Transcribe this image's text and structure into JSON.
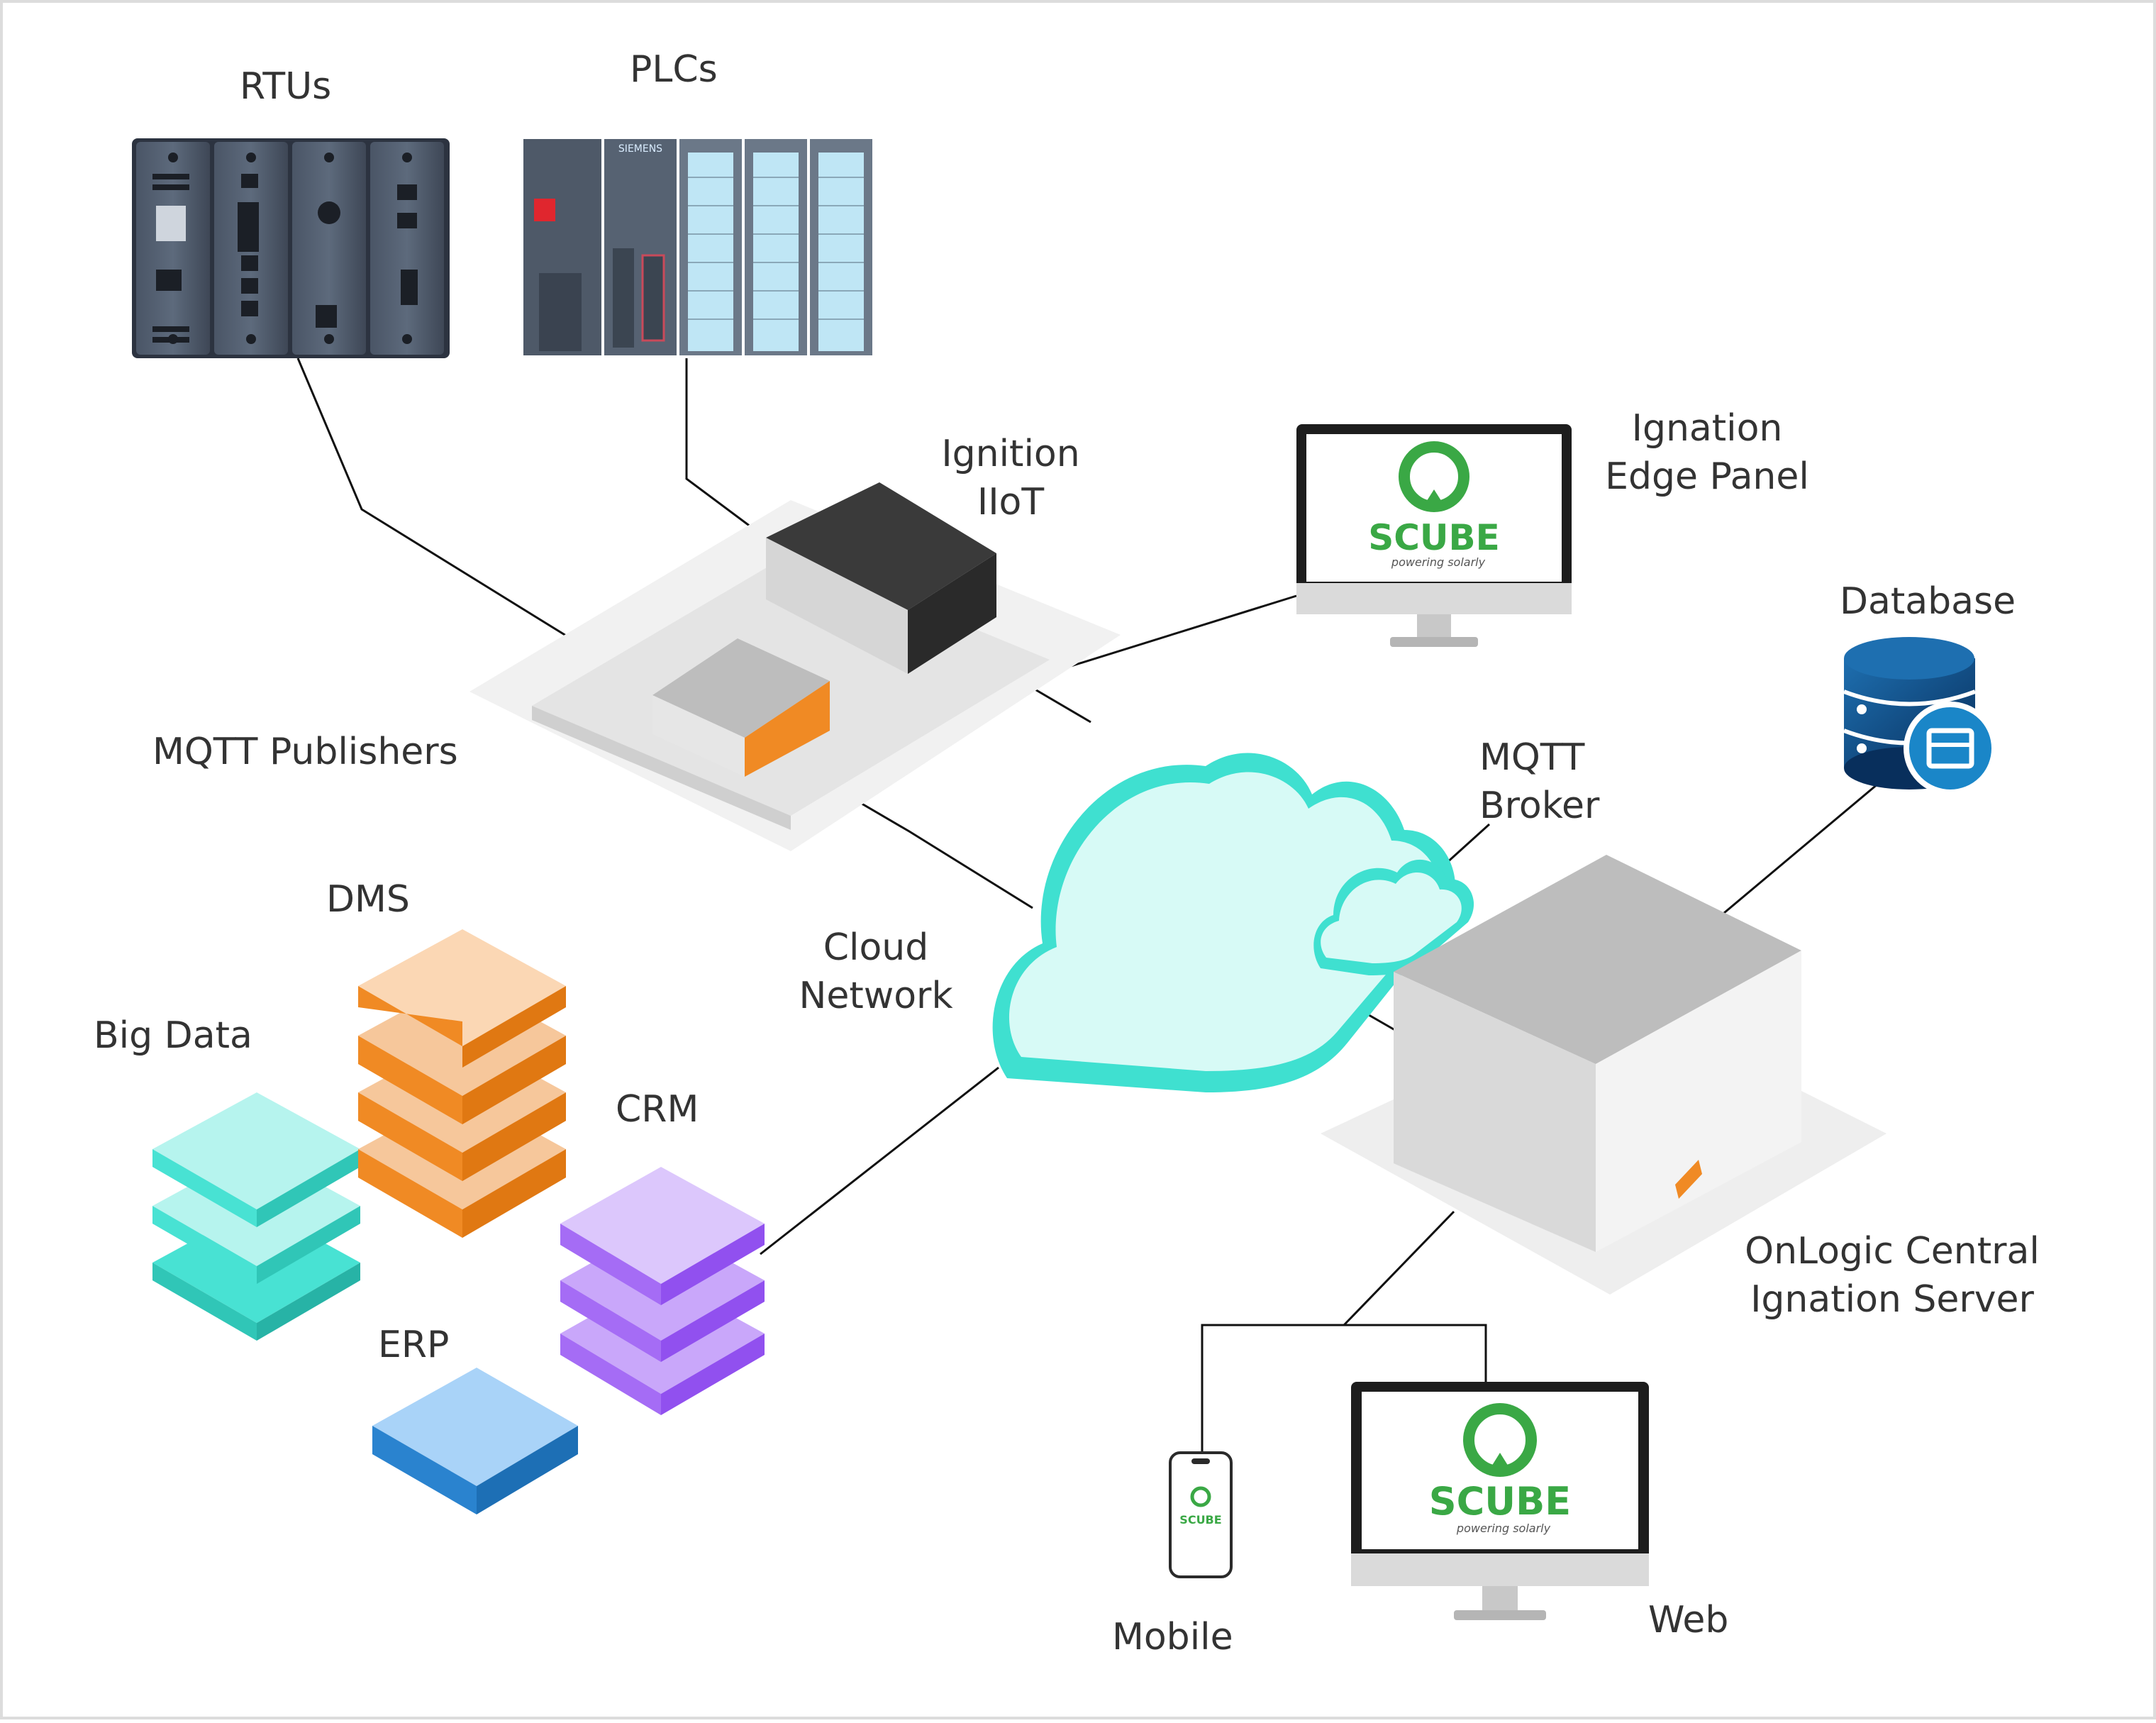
{
  "colors": {
    "line": "#111111",
    "teal": "#3fe0d0",
    "teal_light": "#d7faf6",
    "orange": "#f08a24",
    "purple": "#a56cf5",
    "blue": "#2a83cf",
    "blue_light": "#a9d3f8",
    "scube_green": "#3aa845",
    "db_navy": "#0b3f73"
  },
  "labels": {
    "rtus": "RTUs",
    "plcs": "PLCs",
    "ignition_iiot_1": "Ignition",
    "ignition_iiot_2": "IIoT",
    "edge_panel_1": "Ignation",
    "edge_panel_2": "Edge Panel",
    "database": "Database",
    "mqtt_publishers": "MQTT Publishers",
    "mqtt_broker_1": "MQTT",
    "mqtt_broker_2": "Broker",
    "dms": "DMS",
    "cloud_network_1": "Cloud",
    "cloud_network_2": "Network",
    "big_data": "Big Data",
    "crm": "CRM",
    "erp": "ERP",
    "central_server_1": "OnLogic Central",
    "central_server_2": "Ignation Server",
    "mobile": "Mobile",
    "web": "Web"
  },
  "scube": {
    "brand": "SCUBE",
    "tagline": "powering solarly"
  },
  "plc_brand": "SIEMENS",
  "icons": [
    "rtu-device-icon",
    "plc-device-icon",
    "edge-gateway-icon",
    "monitor-icon",
    "database-icon",
    "cloud-icon",
    "server-box-icon",
    "phone-icon",
    "layer-stack-icon"
  ]
}
